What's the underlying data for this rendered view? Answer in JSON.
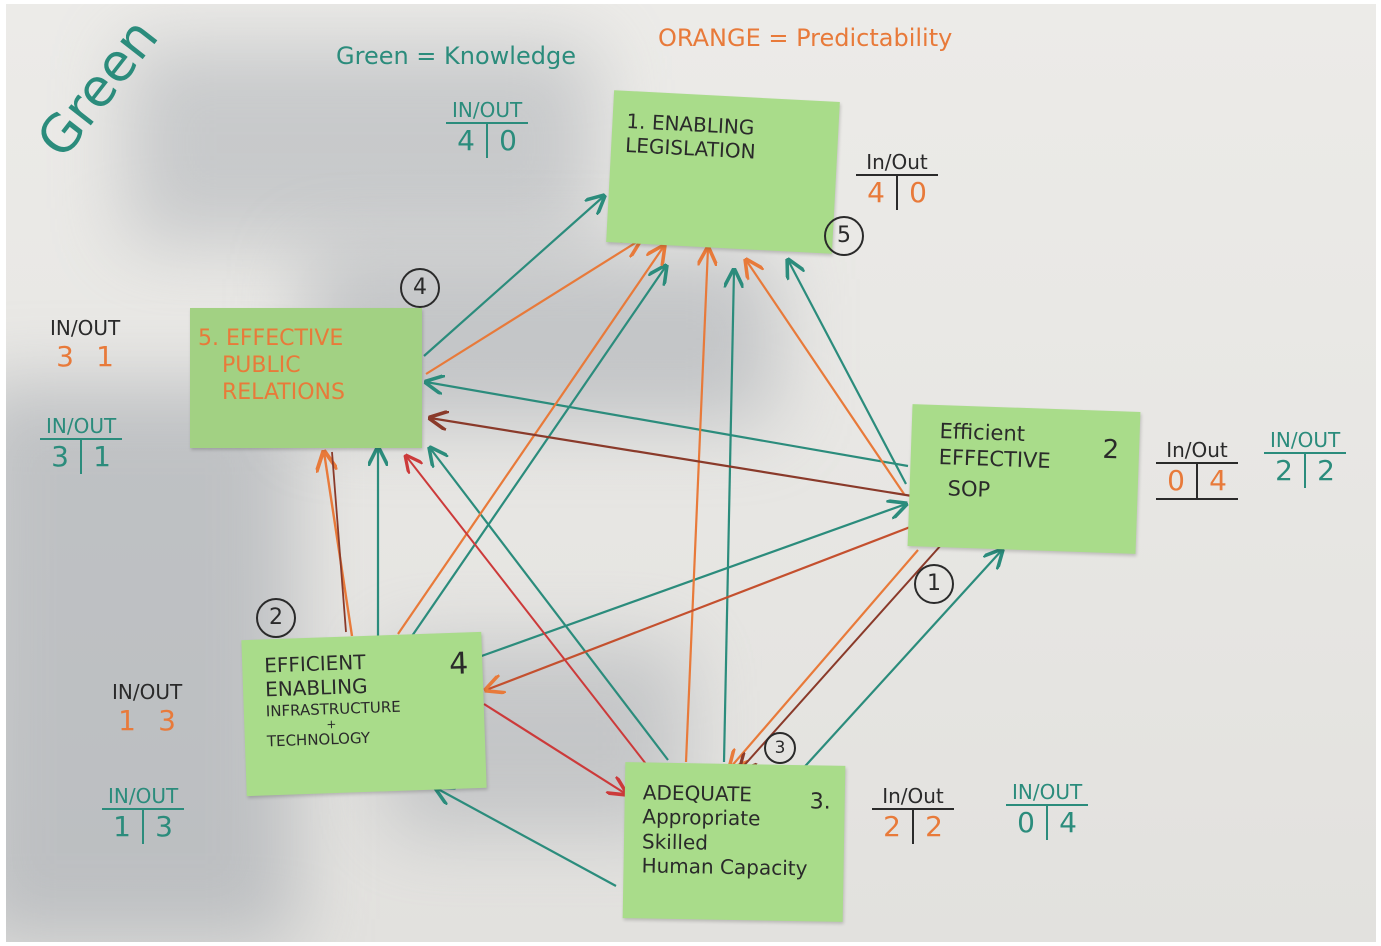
{
  "board": {
    "header_label": "Green",
    "legend": {
      "green": "Green = Knowledge",
      "orange": "ORANGE = Predictability"
    }
  },
  "notes": {
    "legislation": {
      "lines": [
        "1. ENABLING",
        "LEGISLATION"
      ]
    },
    "public_relations": {
      "lines": [
        "5. EFFECTIVE",
        "PUBLIC",
        "RELATIONS"
      ]
    },
    "sop": {
      "lines": [
        "Efficient",
        "EFFECTIVE",
        "SOP"
      ],
      "number": "2"
    },
    "infrastructure": {
      "lines": [
        "EFFICIENT",
        "ENABLING",
        "INFRASTRUCTURE",
        "+",
        "TECHNOLOGY"
      ],
      "number": "4"
    },
    "capacity": {
      "lines": [
        "ADEQUATE",
        "Appropriate",
        "Skilled",
        "Human Capacity"
      ],
      "number": "3."
    }
  },
  "tallies": {
    "header": "In/Out",
    "header_upper": "IN/OUT",
    "legislation_teal": {
      "in": "4",
      "out": "0"
    },
    "legislation_mixed": {
      "in": "4",
      "out": "0"
    },
    "public_relations_orange": {
      "in": "3",
      "out": "1"
    },
    "public_relations_teal": {
      "in": "3",
      "out": "1"
    },
    "sop_orange": {
      "in": "0",
      "out": "4"
    },
    "sop_teal": {
      "in": "2",
      "out": "2"
    },
    "infrastructure_orange": {
      "in": "1",
      "out": "3"
    },
    "infrastructure_teal": {
      "in": "1",
      "out": "3"
    },
    "capacity_orange": {
      "in": "2",
      "out": "2"
    },
    "capacity_teal": {
      "in": "0",
      "out": "4"
    }
  },
  "ranks": {
    "legislation": "5",
    "public_relations": "4",
    "sop": "1",
    "infrastructure": "2",
    "capacity": "3"
  },
  "colors": {
    "green_link": "#2b8c7c",
    "orange_link": "#e87a3a",
    "red_link": "#cc3a3a",
    "brown_link": "#8a3a2a",
    "sticky_note": "#a9dc8a"
  }
}
